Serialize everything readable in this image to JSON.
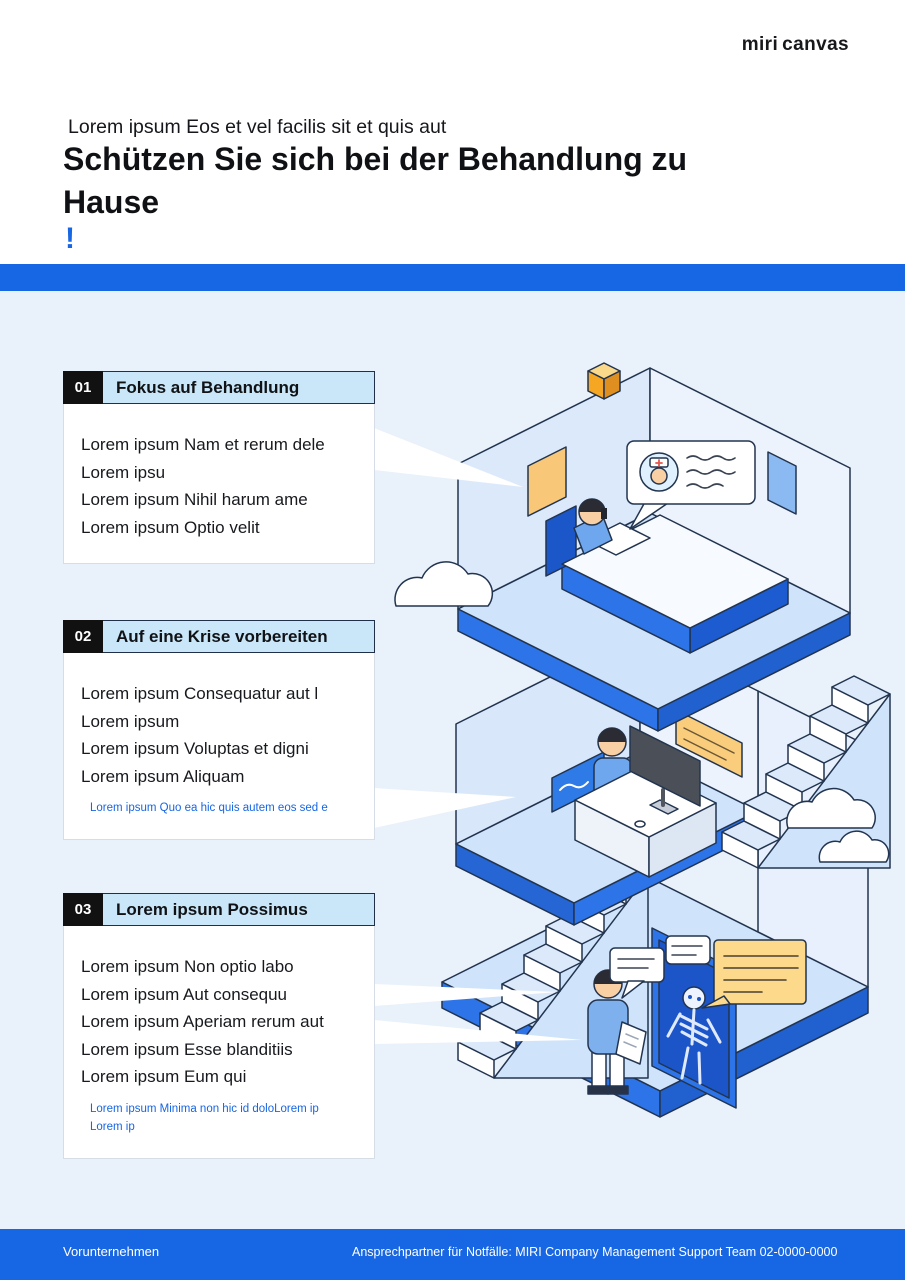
{
  "brand": {
    "logo_part1": "miri",
    "logo_part2": "canvas"
  },
  "header": {
    "eyebrow": "Lorem ipsum Eos et vel facilis sit et quis aut",
    "title_line1": "Schützen Sie sich bei der Behandlung zu",
    "title_line2": "Hause",
    "exclamation": "!"
  },
  "cards": [
    {
      "number": "01",
      "title": "Fokus auf Behandlung",
      "lines": [
        "Lorem ipsum Nam et rerum dele",
        "Lorem ipsu",
        "Lorem ipsum Nihil harum ame",
        "Lorem ipsum Optio velit"
      ]
    },
    {
      "number": "02",
      "title": "Auf eine Krise vorbereiten",
      "lines": [
        "Lorem ipsum Consequatur aut l",
        "Lorem ipsum",
        "Lorem ipsum Voluptas et digni",
        "Lorem ipsum Aliquam"
      ],
      "note": "Lorem ipsum Quo ea hic quis autem eos sed e"
    },
    {
      "number": "03",
      "title": "Lorem ipsum Possimus",
      "lines": [
        "Lorem ipsum Non optio labo",
        "Lorem ipsum Aut consequu",
        "Lorem ipsum Aperiam rerum aut",
        "Lorem ipsum Esse blanditiis",
        "Lorem ipsum Eum qui"
      ],
      "note_line1": "Lorem ipsum Minima non hic id doloLorem ip",
      "note_line2": "Lorem ip"
    }
  ],
  "footer": {
    "company": "Vorunternehmen",
    "contact": "Ansprechpartner für Notfälle: MIRI Company Management Support Team 02-0000-0000"
  },
  "colors": {
    "accent": "#1766E3",
    "banner": "#1766E3",
    "section_bg": "#E9F1FA",
    "card_header_bg": "#C9E7F8",
    "number_box_bg": "#111111",
    "note_text": "#1766E3",
    "footer_bg": "#1766E3",
    "illustration_blue": "#2E74E9",
    "illustration_light": "#CFE3FA",
    "sign_yellow": "#F9CD7C"
  },
  "icons": {
    "logo": "miricanvas-logo",
    "nurse": "nurse-avatar-icon",
    "location_pin": "location-pin-icon",
    "skeleton": "skeleton-icon",
    "cloud": "cloud-icon"
  }
}
